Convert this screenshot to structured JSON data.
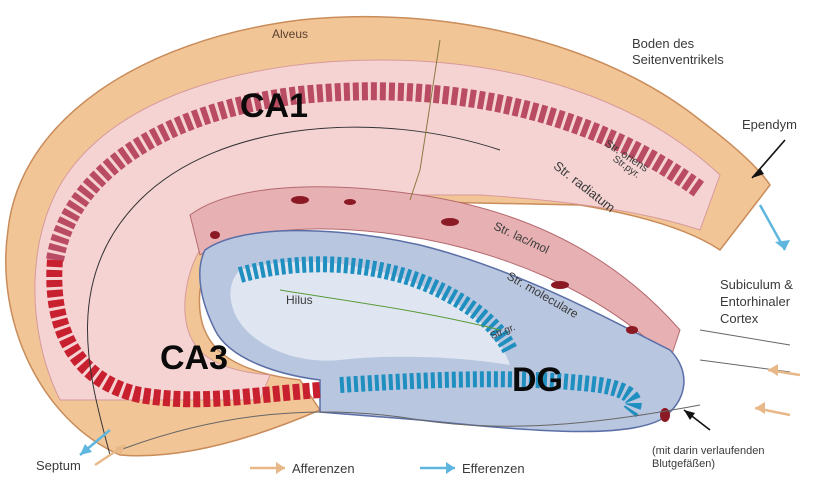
{
  "regions": {
    "ca1": "CA1",
    "ca3": "CA3",
    "dg": "DG",
    "hilus": "Hilus"
  },
  "layers": {
    "alveus": "Alveus",
    "str_oriens": "Str. oriens",
    "str_pyr": "Str.pyr.",
    "str_radiatum": "Str. radiatum",
    "str_lac_mol": "Str. lac/mol",
    "str_moleculare": "Str. moleculare",
    "str_gr": "Str.gr."
  },
  "annotations": {
    "boden": "Boden des Seitenventrikels",
    "ependym": "Ependym",
    "subiculum": "Subiculum & Entorhinaler Cortex",
    "septum": "Septum",
    "blood_vessels": "(mit darin verlaufenden Blutgefäßen)"
  },
  "legend": {
    "afferenzen": "Afferenzen",
    "efferenzen": "Efferenzen"
  },
  "colors": {
    "afferent_arrow": "#e8b888",
    "efferent_arrow": "#5fb6de",
    "alveus": "#f2c596",
    "strata_pink": "#f6d3d3",
    "pyramidal": "#b94b62",
    "ca3_pyramidal": "#c8202e",
    "dg_blue": "#b9c6e0",
    "granule": "#1e8fbf"
  }
}
